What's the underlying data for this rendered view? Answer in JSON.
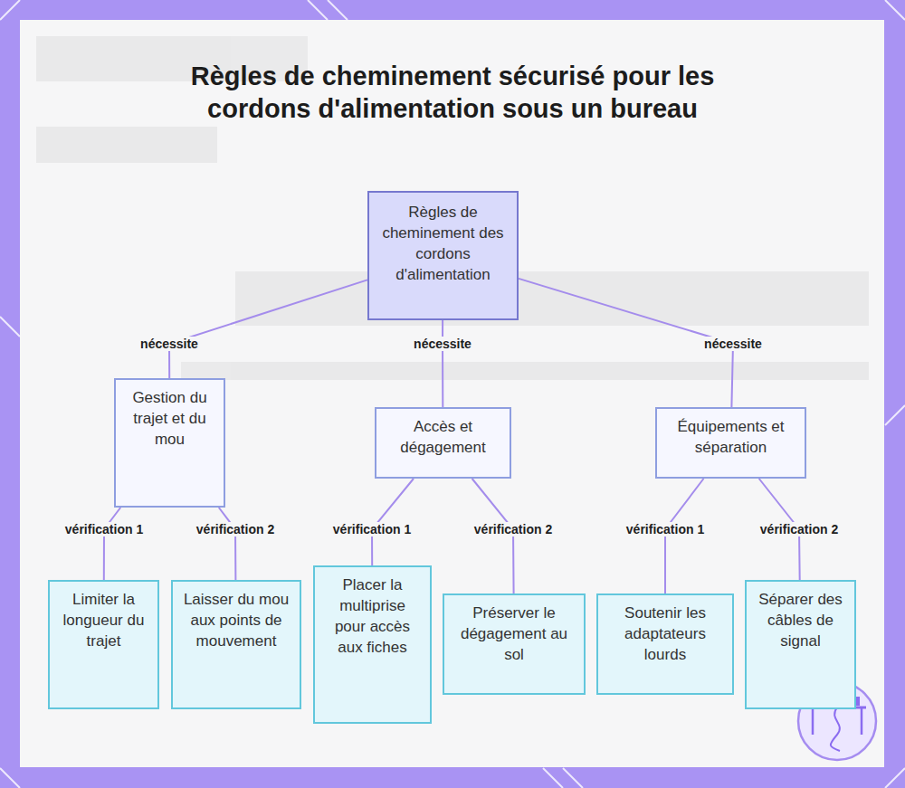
{
  "diagram": {
    "title": "Règles de cheminement sécurisé pour les cordons d'alimentation sous un bureau",
    "nodes": [
      {
        "text": [
          "Règles de cheminement des cordons d'alimentation"
        ]
      },
      {
        "text": [
          "Gestion du trajet et du mou"
        ]
      },
      {
        "text": [
          "Accès et dégagement"
        ]
      },
      {
        "text": [
          "Équipements et séparation"
        ]
      },
      {
        "text": [
          "Limiter la longueur du trajet"
        ]
      },
      {
        "text": [
          "Laisser du mou aux points de mouvement"
        ]
      },
      {
        "text": [
          "Placer la multiprise pour accès aux fiches"
        ]
      },
      {
        "text": [
          "Préserver le dégagement au sol"
        ]
      },
      {
        "text": [
          "Soutenir les adaptateurs lourds"
        ]
      },
      {
        "text": [
          "Séparer des câbles de signal"
        ]
      }
    ],
    "edges": [
      {
        "from": 0,
        "to": 1,
        "label": "nécessite",
        "arrow": "none"
      },
      {
        "from": 0,
        "to": 2,
        "label": "nécessite",
        "arrow": "none"
      },
      {
        "from": 0,
        "to": 3,
        "label": "nécessite",
        "arrow": "none"
      },
      {
        "from": 1,
        "to": 4,
        "label": "vérification 1",
        "arrow": "none"
      },
      {
        "from": 1,
        "to": 5,
        "label": "vérification 2",
        "arrow": "none"
      },
      {
        "from": 2,
        "to": 6,
        "label": "vérification 1",
        "arrow": "none"
      },
      {
        "from": 2,
        "to": 7,
        "label": "vérification 2",
        "arrow": "none"
      },
      {
        "from": 3,
        "to": 8,
        "label": "vérification 1",
        "arrow": "none"
      },
      {
        "from": 3,
        "to": 9,
        "label": "vérification 2",
        "arrow": "none"
      }
    ]
  }
}
